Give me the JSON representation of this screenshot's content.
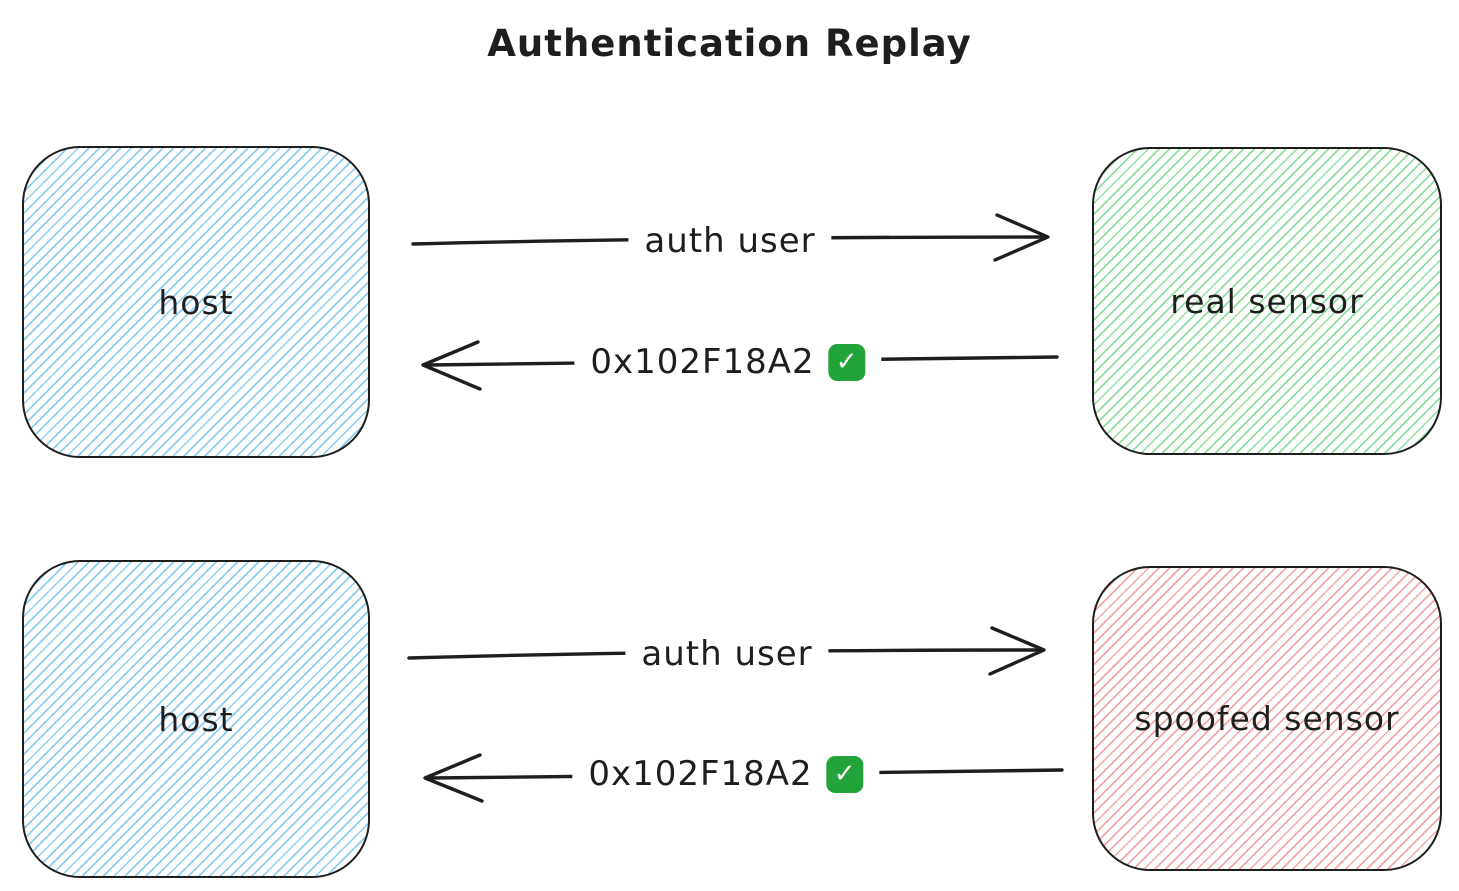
{
  "title": "Authentication Replay",
  "icons": {
    "check_glyph": "✓"
  },
  "colors": {
    "stroke": "#1e1e1e",
    "host_fill": "#8ecdf2",
    "real_sensor_fill": "#90dfa0",
    "spoofed_sensor_fill": "#f2a8a8",
    "check_green": "#23a43b",
    "background": "#ffffff"
  },
  "rows": [
    {
      "left_node": "host",
      "right_node": "real sensor",
      "request_label": "auth user",
      "response_label": "0x102F18A2"
    },
    {
      "left_node": "host",
      "right_node": "spoofed sensor",
      "request_label": "auth user",
      "response_label": "0x102F18A2"
    }
  ]
}
